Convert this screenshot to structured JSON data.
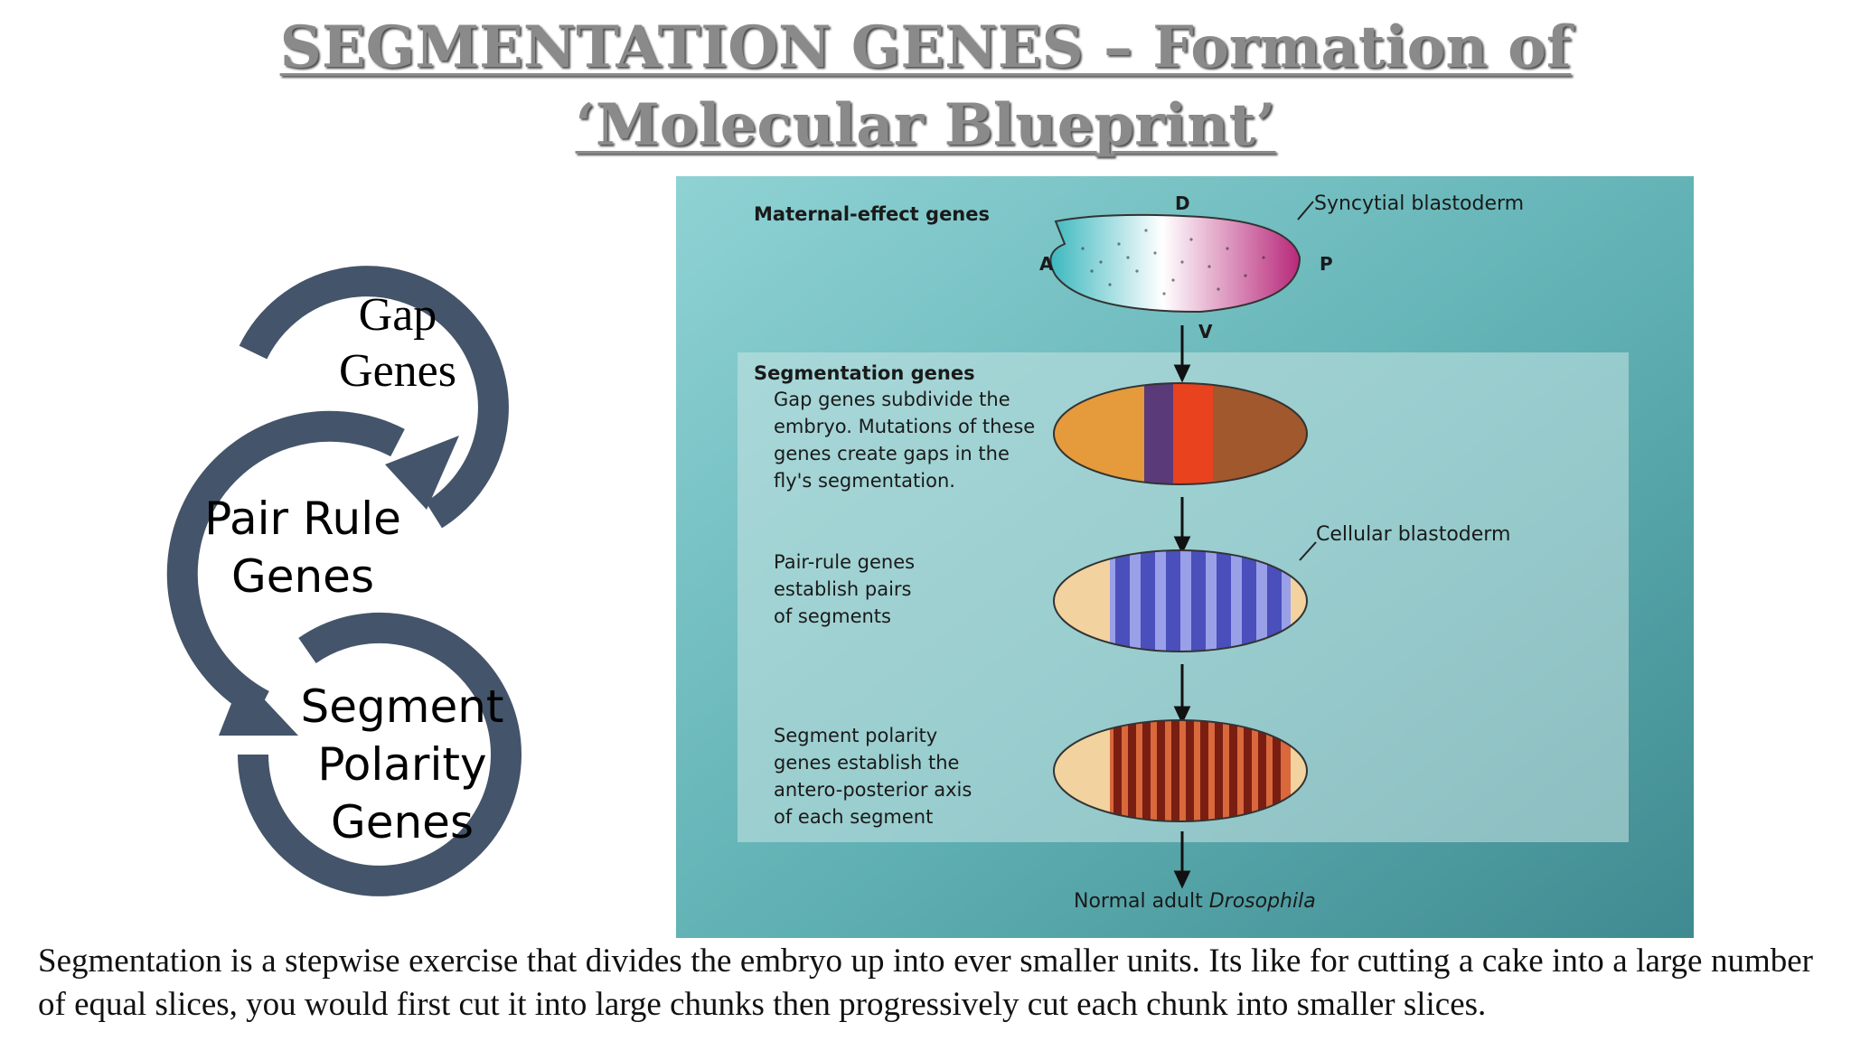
{
  "slide": {
    "title_line1": "SEGMENTATION GENES – Formation of",
    "title_line2": "‘Molecular Blueprint’",
    "caption": "Segmentation is a stepwise exercise that divides the embryo up into ever smaller units. Its like for cutting a cake into a large number of equal slices, you would first cut it into large chunks then progressively cut each chunk into smaller slices."
  },
  "cycle": {
    "arrow_color": "#44546a",
    "steps": [
      {
        "line1": "Gap",
        "line2": "Genes",
        "line3": ""
      },
      {
        "line1": "Pair Rule",
        "line2": "Genes",
        "line3": ""
      },
      {
        "line1": "Segment",
        "line2": "Polarity",
        "line3": "Genes"
      }
    ]
  },
  "figure": {
    "maternal_label": "Maternal-effect genes",
    "syncytial_label": "Syncytial blastoderm",
    "axis": {
      "dorsal": "D",
      "ventral": "V",
      "anterior": "A",
      "posterior": "P"
    },
    "segmentation_heading": "Segmentation genes",
    "gap_text": [
      "Gap genes subdivide the",
      "embryo. Mutations of these",
      "genes create gaps in the",
      "fly's segmentation."
    ],
    "cellular_label": "Cellular blastoderm",
    "pair_rule_text": [
      "Pair-rule genes",
      "establish pairs",
      "of segments"
    ],
    "segment_polarity_text": [
      "Segment polarity",
      "genes establish the",
      "antero-posterior axis",
      "of each segment"
    ],
    "adult_label_prefix": "Normal adult ",
    "adult_label_italic": "Drosophila",
    "colors": {
      "background": "#5fb5b8",
      "gap_orange": "#e59a3c",
      "gap_purple": "#5a3a78",
      "gap_red": "#e8421e",
      "gap_brown": "#a0582c",
      "pair_rule_blue": "#5a5fc8",
      "segment_polarity_red": "#a2321e"
    }
  }
}
